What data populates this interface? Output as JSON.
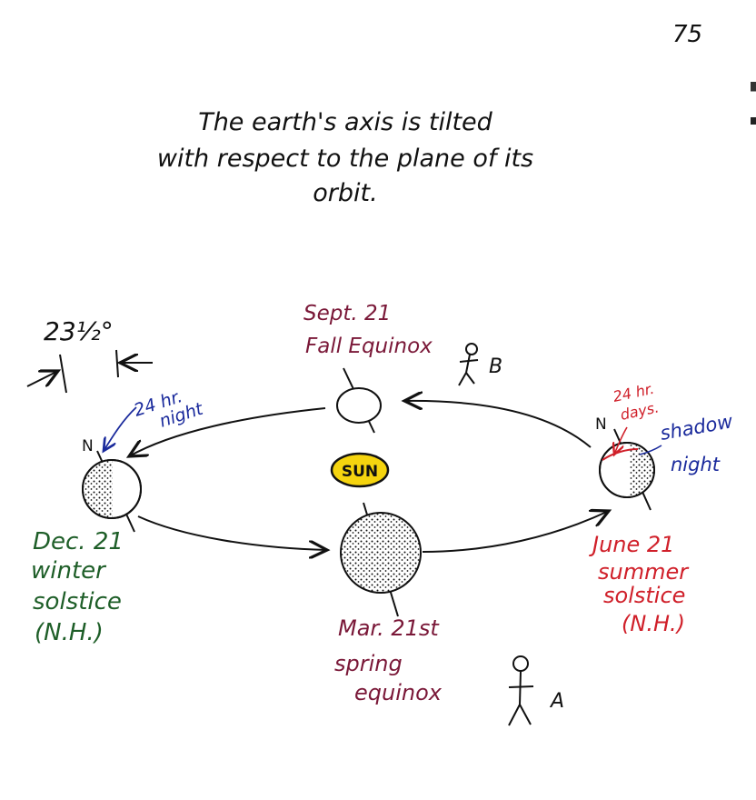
{
  "page_number": "75",
  "title_lines": [
    "The earth's axis is tilted",
    "with respect to the plane of its",
    "orbit."
  ],
  "tilt_angle": "23½°",
  "sun_label": "SUN",
  "north_label": "N",
  "positions": {
    "fall": {
      "date": "Sept. 21",
      "name": "Fall Equinox"
    },
    "winter": {
      "date": "Dec. 21",
      "name": "winter",
      "name2": "solstice",
      "region": "(N.H.)"
    },
    "spring": {
      "date": "Mar. 21st",
      "name": "spring",
      "name2": "equinox"
    },
    "summer": {
      "date": "June 21",
      "name": "summer",
      "name2": "solstice",
      "region": "(N.H.)"
    }
  },
  "annotations": {
    "winter_night_1": "24 hr.",
    "winter_night_2": "night",
    "summer_days_1": "24 hr.",
    "summer_days_2": "days.",
    "shadow": "shadow",
    "night": "night"
  },
  "observers": {
    "a": "A",
    "b": "B"
  },
  "colors": {
    "ink": "#111111",
    "fall": "#7a1838",
    "winter": "#1e5e28",
    "spring": "#7a1838",
    "summer": "#d0202a",
    "annotation_blue": "#1a2a9c",
    "annotation_red": "#d0202a",
    "sun_fill": "#f5d40f"
  }
}
